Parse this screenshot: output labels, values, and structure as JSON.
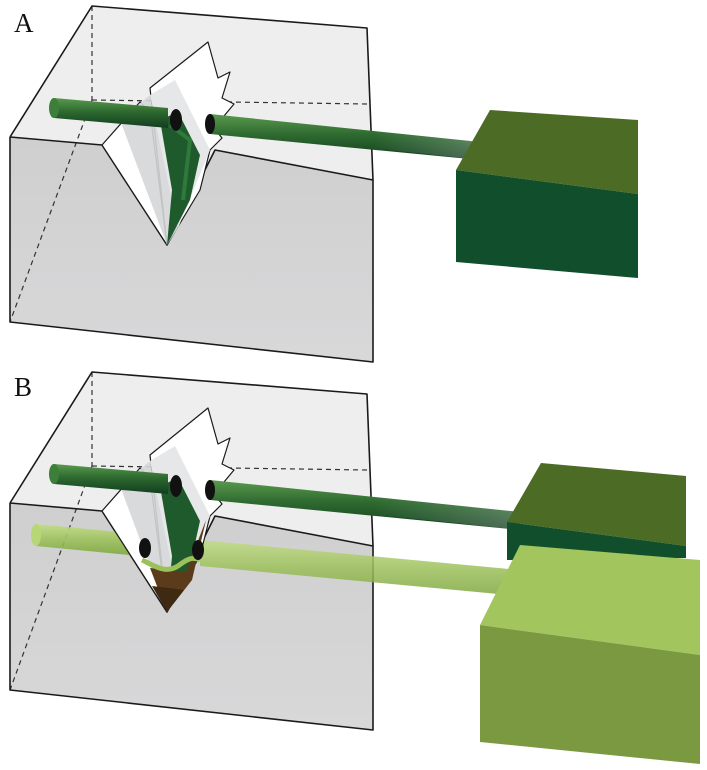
{
  "panels": [
    {
      "id": "A",
      "label": "A"
    },
    {
      "id": "B",
      "label": "B"
    }
  ],
  "colors": {
    "block_top": "#efefef",
    "block_front": "#d3d3d4",
    "block_side": "#e6e6e6",
    "tube_dark": "#2f6b2f",
    "tube_dark_shade": "#1b4d25",
    "tube_light": "#9cc05a",
    "box_dark_top": "#4c6b25",
    "box_dark_front": "#114e2b",
    "box_light_top": "#a2c65d",
    "box_light_front": "#7b9940",
    "wedge_brown": "#5b3b1a"
  }
}
